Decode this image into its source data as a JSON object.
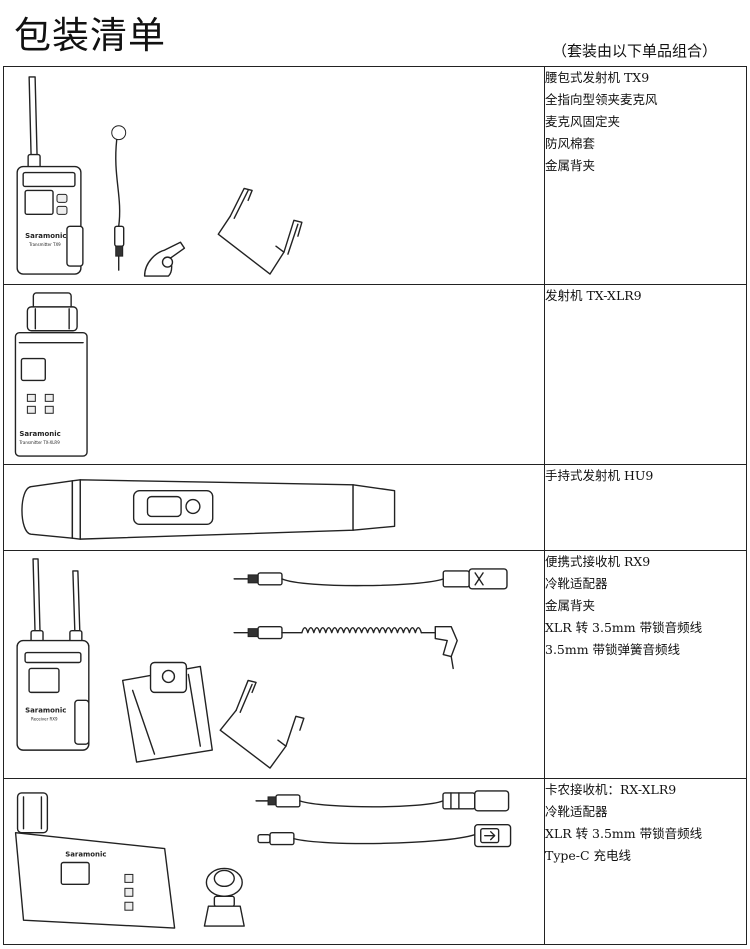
{
  "page": {
    "title": "包装清单",
    "subtitle": "（套装由以下单品组合）"
  },
  "brand": "Saramonic",
  "device_labels": {
    "tx9": "Transmitter TX9",
    "tx_xlr9": "Transmitter TX-XLR9",
    "rx9": "Receiver RX9"
  },
  "rows": [
    {
      "items": [
        "腰包式发射机 TX9",
        "全指向型领夹麦克风",
        "麦克风固定夹",
        "防风棉套",
        "金属背夹"
      ]
    },
    {
      "items": [
        "发射机 TX-XLR9"
      ]
    },
    {
      "items": [
        "手持式发射机 HU9"
      ]
    },
    {
      "items": [
        "便携式接收机 RX9",
        "冷靴适配器",
        "金属背夹",
        "XLR 转 3.5mm 带锁音频线",
        "3.5mm 带锁弹簧音频线"
      ]
    },
    {
      "items": [
        "卡农接收机：RX-XLR9",
        "冷靴适配器",
        "XLR 转 3.5mm 带锁音频线",
        "Type-C 充电线"
      ]
    }
  ]
}
